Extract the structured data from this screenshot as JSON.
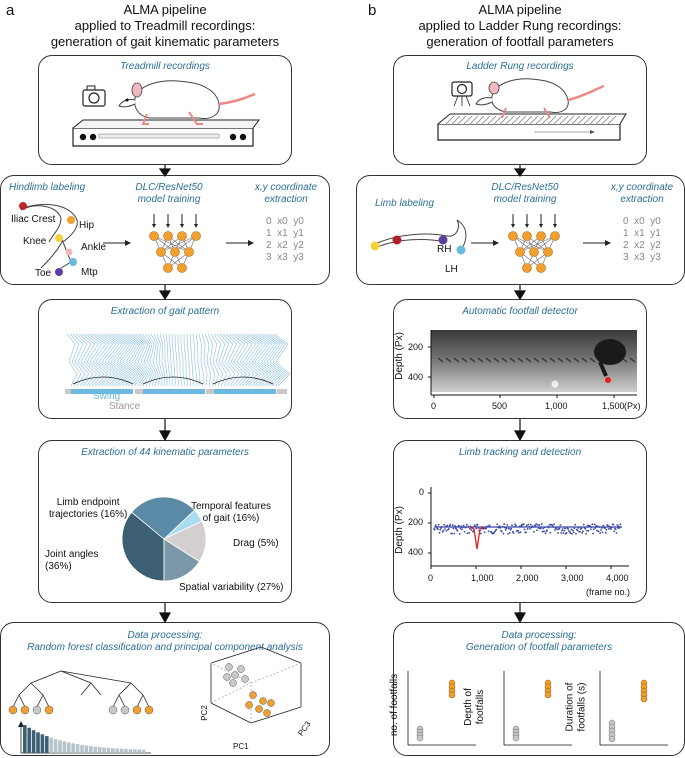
{
  "panel_a": {
    "letter": "a",
    "title_lines": [
      "ALMA pipeline",
      "applied to Treadmill recordings:",
      "generation of gait kinematic parameters"
    ],
    "box1": {
      "title": "Treadmill recordings"
    },
    "box2": {
      "title1": "Hindlimb labeling",
      "title2_lines": [
        "DLC/ResNet50",
        "model training"
      ],
      "title3_lines": [
        "x,y coordinate",
        "extraction"
      ],
      "joints": [
        "Iliac Crest",
        "Hip",
        "Knee",
        "Ankle",
        "Toe",
        "Mtp"
      ],
      "coords": [
        "0  x0  y0",
        "1  x1  y1",
        "2  x2  y2",
        "3  x3  y3"
      ]
    },
    "box3": {
      "title": "Extraction of gait pattern",
      "swing": "Swing",
      "stance": "Stance"
    },
    "box4": {
      "title": "Extraction of 44 kinematic parameters",
      "labels": {
        "limb": [
          "Limb endpoint",
          "trajectories (16%)"
        ],
        "temporal": [
          "Temporal features",
          "of gait (16%)"
        ],
        "drag": "Drag (5%)",
        "joint": [
          "Joint angles",
          "(36%)"
        ],
        "spatial": "Spatial variability (27%)"
      }
    },
    "box5": {
      "title_lines": [
        "Data processing:",
        "Random forest classification and principal component analysis"
      ],
      "axes": {
        "pc1": "PC1",
        "pc2": "PC2",
        "pc3": "PC3"
      }
    }
  },
  "panel_b": {
    "letter": "b",
    "title_lines": [
      "ALMA pipeline",
      "applied to Ladder Rung recordings:",
      "generation of footfall parameters"
    ],
    "box1": {
      "title": "Ladder Rung recordings"
    },
    "box2": {
      "title1": "Limb labeling",
      "title2_lines": [
        "DLC/ResNet50",
        "model training"
      ],
      "title3_lines": [
        "x,y coordinate",
        "extraction"
      ],
      "limbs": [
        "RH",
        "LH"
      ],
      "coords": [
        "0  x0  y0",
        "1  x1  y1",
        "2  x2  y2",
        "3  x3  y3"
      ]
    },
    "box3": {
      "title": "Automatic footfall detector",
      "ylabel": "Depth (Px)",
      "yticks": [
        "200",
        "400"
      ],
      "xticks": [
        "0",
        "500",
        "1,000",
        "1,500"
      ],
      "xunit": "(Px)"
    },
    "box4": {
      "title": "Limb tracking and detection",
      "ylabel": "Depth (Px)",
      "yticks": [
        "0",
        "200",
        "400"
      ],
      "xticks": [
        "0",
        "1,000",
        "2,000",
        "3,000",
        "4,000"
      ],
      "xunit": "(frame no.)"
    },
    "box5": {
      "title_lines": [
        "Data processing:",
        "Generation of footfall parameters"
      ],
      "ylabels": [
        [
          "no. of footfalls"
        ],
        [
          "Depth of",
          "footfalls"
        ],
        [
          "Duration of",
          "footfalls (s)"
        ]
      ]
    }
  },
  "chart_data": {
    "type": "pie",
    "categories": [
      "Joint angles",
      "Spatial variability",
      "Drag",
      "Temporal features of gait",
      "Limb endpoint trajectories"
    ],
    "values": [
      36,
      27,
      5,
      16,
      16
    ],
    "colors": [
      "#3d5f73",
      "#5b8aa6",
      "#a9dcef",
      "#d3cfcf",
      "#7b97a8"
    ]
  }
}
